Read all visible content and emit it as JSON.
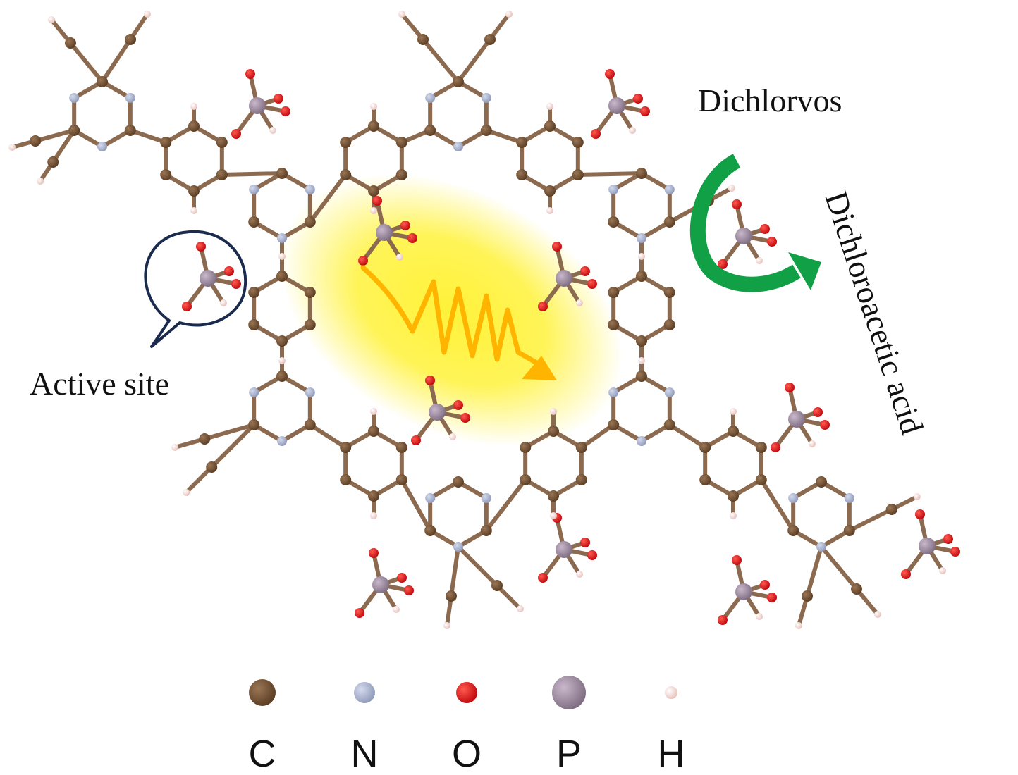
{
  "labels": {
    "reactant": "Dichlorvos",
    "product": "Dichloroacetic acid",
    "active_site": "Active site"
  },
  "legend": [
    {
      "symbol": "C",
      "color": "#6b4a2e",
      "size": "large"
    },
    {
      "symbol": "N",
      "color": "#a9b3cf",
      "size": "medium"
    },
    {
      "symbol": "O",
      "color": "#e0161b",
      "size": "medium"
    },
    {
      "symbol": "P",
      "color": "#9c8a9e",
      "size": "xlarge"
    },
    {
      "symbol": "H",
      "color": "#f2d6d2",
      "size": "small"
    }
  ],
  "colors": {
    "bond": "#8b6a50",
    "glow": "#fff23a",
    "wave_arrow": "#ffb400",
    "cycle_arrow": "#11a045",
    "callout": "#1b2b4d"
  }
}
